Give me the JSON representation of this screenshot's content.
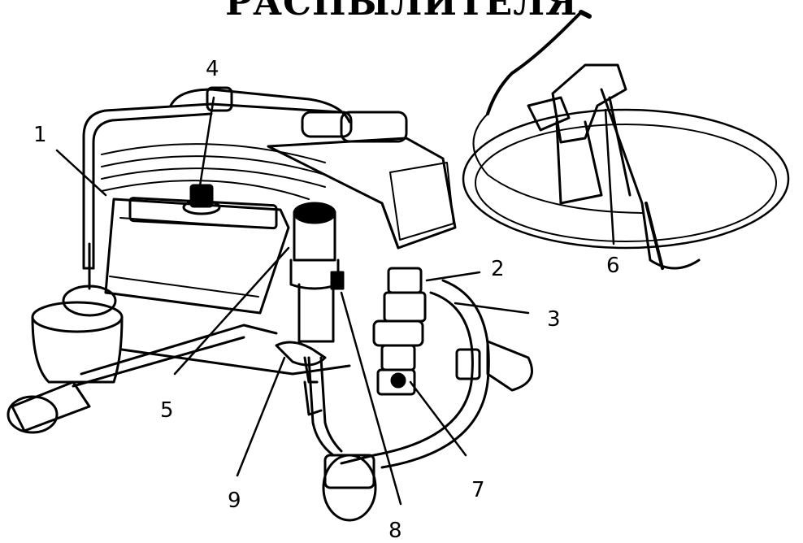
{
  "title": "РАСПЫЛИТЕЛЯ",
  "callouts": {
    "c1": "1",
    "c2": "2",
    "c3": "3",
    "c4": "4",
    "c5": "5",
    "c6": "6",
    "c7": "7",
    "c8": "8",
    "c9": "9"
  }
}
